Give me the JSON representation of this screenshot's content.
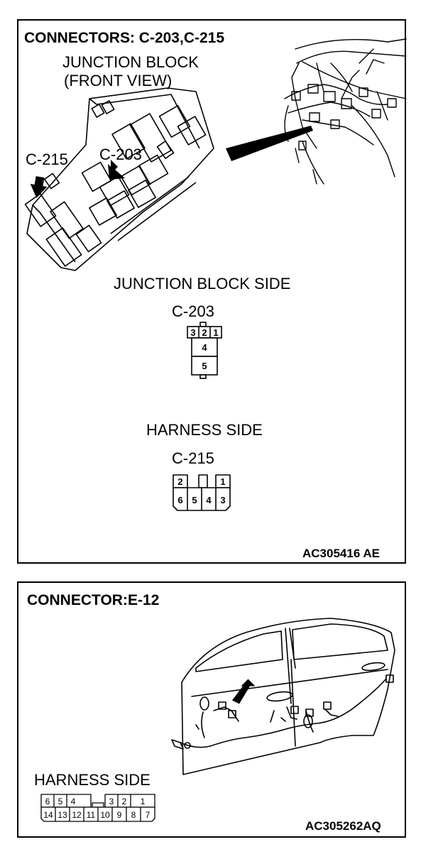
{
  "panel1": {
    "title": "CONNECTORS: C-203,C-215",
    "junction_block_label_1": "JUNCTION BLOCK",
    "junction_block_label_2": "(FRONT VIEW)",
    "callout_c215": "C-215",
    "callout_c203": "C-203",
    "junction_block_side": "JUNCTION BLOCK SIDE",
    "connector_c203": {
      "name": "C-203",
      "top_row": [
        "3",
        "2",
        "1"
      ],
      "middle": "4",
      "bottom": "5"
    },
    "harness_side": "HARNESS SIDE",
    "connector_c215": {
      "name": "C-215",
      "top_row": [
        "2",
        "",
        "1"
      ],
      "bottom_row": [
        "6",
        "5",
        "4",
        "3"
      ]
    },
    "figure_code": "AC305416 AE"
  },
  "panel2": {
    "title": "CONNECTOR:E-12",
    "harness_side": "HARNESS SIDE",
    "connector_e12": {
      "top_row": [
        "6",
        "5",
        "4",
        "",
        "3",
        "2",
        "1"
      ],
      "bottom_row": [
        "14",
        "13",
        "12",
        "11",
        "10",
        "9",
        "8",
        "7"
      ]
    },
    "figure_code": "AC305262AQ"
  }
}
